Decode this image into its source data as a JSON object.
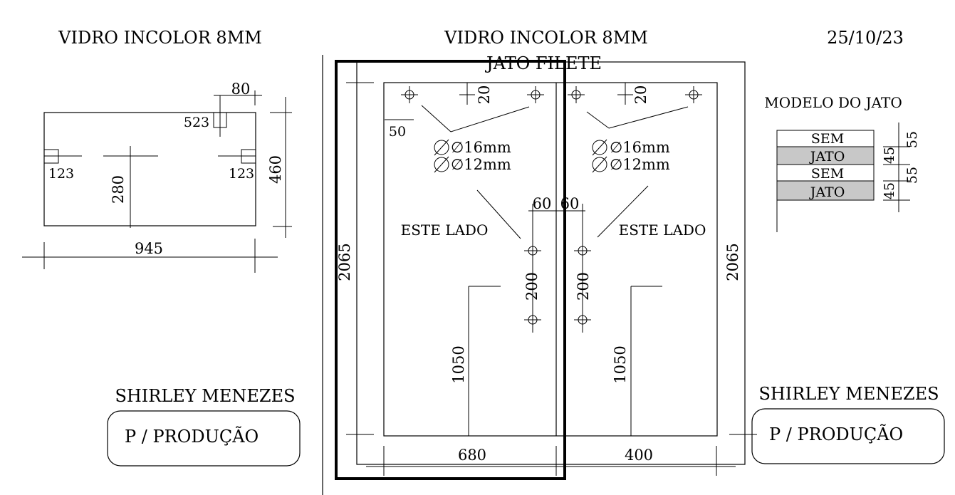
{
  "left_panel": {
    "title": "VIDRO INCOLOR 8MM",
    "dims": {
      "top": "80",
      "side": "460",
      "bottom": "945",
      "notch_top": "523",
      "notch_left": "123",
      "notch_right": "123",
      "center": "280"
    },
    "client": "SHIRLEY MENEZES",
    "status": "P / PRODUÇÃO"
  },
  "center_panel": {
    "title": "VIDRO INCOLOR 8MM",
    "subtitle": "JATO FILETE",
    "dims": {
      "left_height": "2065",
      "right_height": "2065",
      "offset_left": "50",
      "top_left": "20",
      "top_right": "20",
      "mid_left": "60",
      "mid_right": "60",
      "spacing_left": "200",
      "spacing_right": "200",
      "height_left": "1050",
      "height_right": "1050",
      "width_left": "680",
      "width_right": "400"
    },
    "holes_left": [
      "∅16mm",
      "∅12mm"
    ],
    "holes_right": [
      "∅16mm",
      "∅12mm"
    ],
    "side_left": "ESTE LADO",
    "side_right": "ESTE LADO"
  },
  "right_panel": {
    "date": "25/10/23",
    "model_title": "MODELO DO JATO",
    "stripes": [
      {
        "label": "SEM",
        "jato": false
      },
      {
        "label": "JATO",
        "jato": true
      },
      {
        "label": "SEM",
        "jato": false
      },
      {
        "label": "JATO",
        "jato": true
      }
    ],
    "dims": [
      "55",
      "45",
      "55",
      "45"
    ],
    "client": "SHIRLEY MENEZES",
    "status": "P / PRODUÇÃO"
  },
  "colors": {
    "jato_fill": "#c8c8c8",
    "line": "#000000"
  }
}
